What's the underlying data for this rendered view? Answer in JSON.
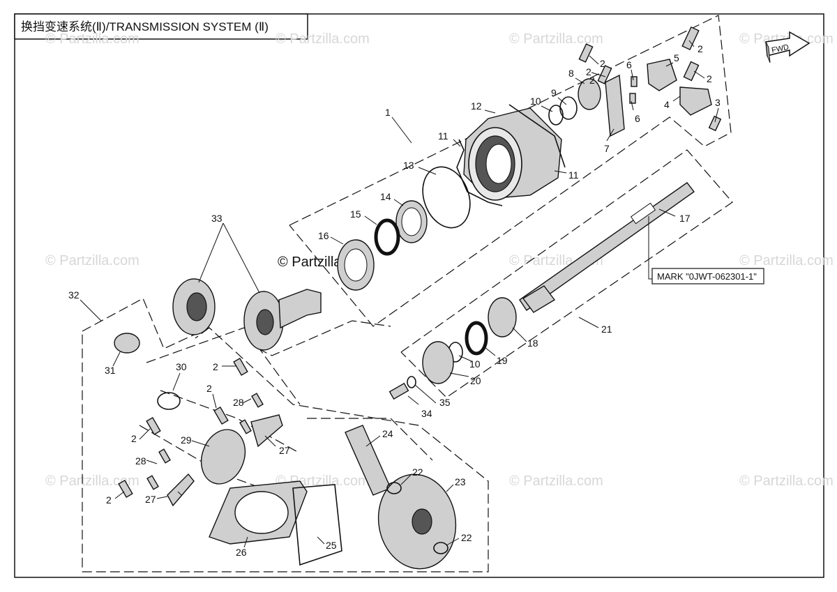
{
  "title": "换挡变速系统(Ⅱ)/TRANSMISSION SYSTEM (Ⅱ)",
  "fwd_label": "FWD",
  "watermark": "© Partzilla.com",
  "main_watermark": "© Partzilla.com",
  "mark_callout": "MARK \"0JWT-062301-1\"",
  "labels": {
    "l1": "1",
    "l2a": "2",
    "l2b": "2",
    "l2c": "2",
    "l2d": "2",
    "l2e": "2",
    "l2f": "2",
    "l2g": "2",
    "l2h": "2",
    "l2i": "2",
    "l3": "3",
    "l4": "4",
    "l5": "5",
    "l6a": "6",
    "l6b": "6",
    "l7": "7",
    "l8": "8",
    "l9": "9",
    "l10a": "10",
    "l10b": "10",
    "l11a": "11",
    "l11b": "11",
    "l12": "12",
    "l13": "13",
    "l14": "14",
    "l15": "15",
    "l16": "16",
    "l17": "17",
    "l18": "18",
    "l19": "19",
    "l20": "20",
    "l21": "21",
    "l22a": "22",
    "l22b": "22",
    "l23": "23",
    "l24": "24",
    "l25": "25",
    "l26": "26",
    "l27a": "27",
    "l27b": "27",
    "l28a": "28",
    "l28b": "28",
    "l29": "29",
    "l30": "30",
    "l31": "31",
    "l32": "32",
    "l33": "33",
    "l34": "34",
    "l35": "35"
  }
}
